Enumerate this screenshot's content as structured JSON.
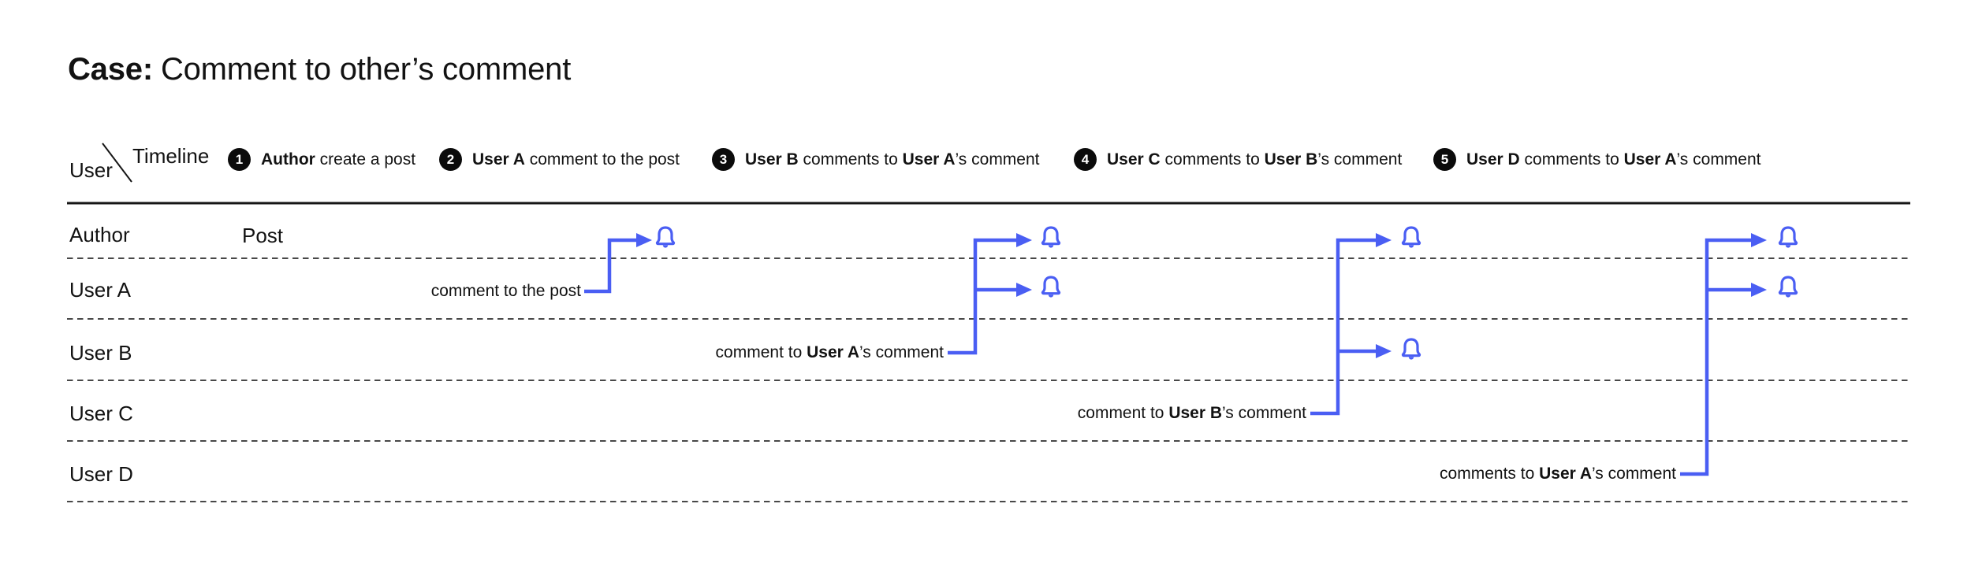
{
  "title": {
    "label": "Case:",
    "text": "Comment to other’s comment"
  },
  "axis": {
    "row_header": "User",
    "col_header": "Timeline"
  },
  "colors": {
    "accent": "#4A5EF3",
    "ink": "#121212"
  },
  "legend_steps": [
    {
      "num": "1",
      "p0": "Author",
      "p1": " create a post",
      "p2": "",
      "p3": ""
    },
    {
      "num": "2",
      "p0": "User A",
      "p1": " comment to the post",
      "p2": "",
      "p3": ""
    },
    {
      "num": "3",
      "p0": "User B",
      "p1": " comments to ",
      "p2": "User A",
      "p3": "’s comment"
    },
    {
      "num": "4",
      "p0": "User C",
      "p1": " comments to ",
      "p2": "User B",
      "p3": "’s comment"
    },
    {
      "num": "5",
      "p0": "User D",
      "p1": " comments to ",
      "p2": "User A",
      "p3": "’s comment"
    }
  ],
  "rows": [
    {
      "label": "Author"
    },
    {
      "label": "User A"
    },
    {
      "label": "User B"
    },
    {
      "label": "User C"
    },
    {
      "label": "User D"
    }
  ],
  "events": [
    {
      "row": "Author",
      "p0": "Post",
      "p1": "",
      "p2": "",
      "notifies": []
    },
    {
      "row": "User A",
      "p0": "comment to the post",
      "p1": "",
      "p2": "",
      "notifies": [
        "Author"
      ]
    },
    {
      "row": "User B",
      "p0": "comment to ",
      "p1": "User A",
      "p2": "’s comment",
      "notifies": [
        "Author",
        "User A"
      ]
    },
    {
      "row": "User C",
      "p0": "comment to ",
      "p1": "User B",
      "p2": "’s comment",
      "notifies": [
        "Author",
        "User B"
      ]
    },
    {
      "row": "User D",
      "p0": "comments to ",
      "p1": "User A",
      "p2": "’s comment",
      "notifies": [
        "Author",
        "User A"
      ]
    }
  ],
  "icons": {
    "notification": "bell-icon"
  }
}
